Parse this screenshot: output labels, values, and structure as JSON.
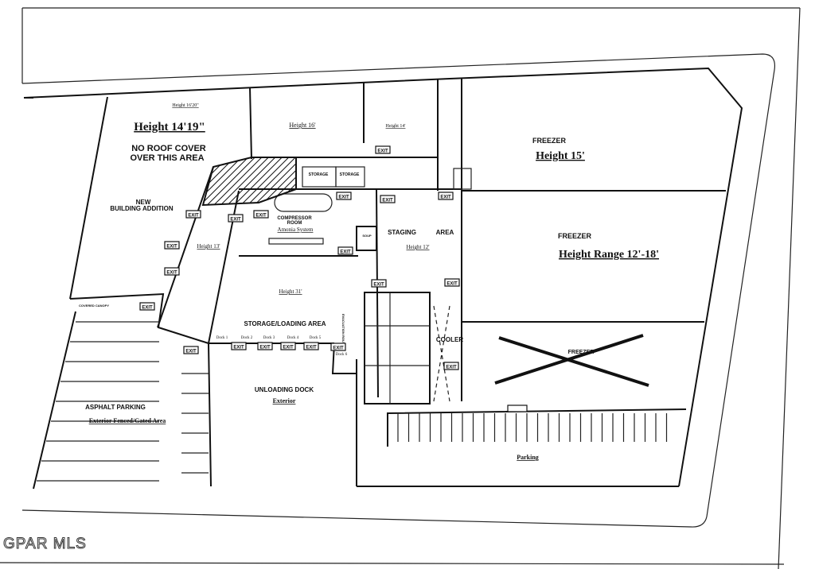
{
  "areas": {
    "height_16_20": "Height 16'20\"",
    "height_14_19": "Height 14'19\"",
    "no_roof_1": "NO ROOF COVER",
    "no_roof_2": "OVER THIS AREA",
    "new_1": "NEW",
    "new_2": "BUILDING ADDITION",
    "height_16": "Height 16'",
    "height_14": "Height 14'",
    "freezer_top": "FREEZER",
    "height_15": "Height 15'",
    "storage": "STORAGE",
    "compressor_1": "COMPRESSOR",
    "compressor_2": "ROOM",
    "amonia": "Amonia System",
    "staging": "STAGING",
    "staging_area": "AREA",
    "height_12": "Height 12'",
    "freezer_mid": "FREEZER",
    "height_range": "Height Range 12'-18'",
    "height_13": "Height 13'",
    "height_31": "Height 31'",
    "storage_loading": "STORAGE/LOADING AREA",
    "cooler": "COOLER",
    "freezer_crossed": "FREEZER",
    "unloading_1": "UNLOADING DOCK",
    "unloading_2": "Exterior",
    "asphalt_1": "ASPHALT PARKING",
    "asphalt_2": "Exterior Fenced/Gated Area",
    "parking": "Parking",
    "canopy": "COVERED CANOPY",
    "evacuation": "EVACUATION ROUTE",
    "soup": "SOUP"
  },
  "docks": [
    "Dock 1",
    "Dock 2",
    "Dock 3",
    "Dock 4",
    "Dock 5",
    "Dock 6"
  ],
  "exit_label": "EXIT",
  "watermark": "GPAR MLS"
}
